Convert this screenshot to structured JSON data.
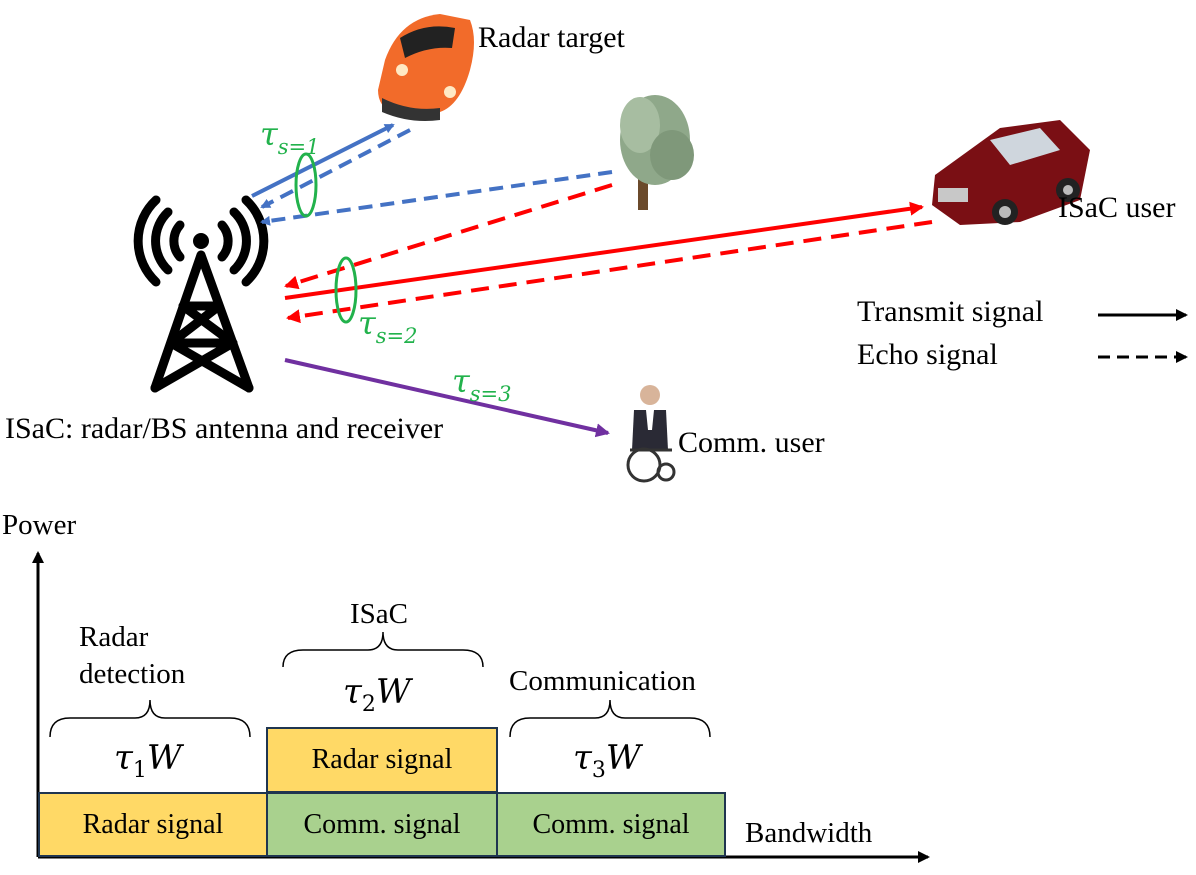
{
  "labels": {
    "radar_target": "Radar target",
    "isac_user": "ISaC user",
    "bs": "ISaC: radar/BS antenna and receiver",
    "comm_user": "Comm. user",
    "legend_transmit": "Transmit signal",
    "legend_echo": "Echo signal"
  },
  "delays": {
    "s1": {
      "symbol": "τ",
      "sub": "s=1"
    },
    "s2": {
      "symbol": "τ",
      "sub": "s=2"
    },
    "s3": {
      "symbol": "τ",
      "sub": "s=3"
    }
  },
  "spectrum": {
    "y_axis": "Power",
    "x_axis": "Bandwidth",
    "groups": [
      {
        "brace_label_line1": "Radar",
        "brace_label_line2": "detection",
        "share_symbol": "τ",
        "share_sub": "1",
        "share_unit": "W"
      },
      {
        "brace_label_line1": "ISaC",
        "share_symbol": "τ",
        "share_sub": "2",
        "share_unit": "W"
      },
      {
        "brace_label_line1": "Communication",
        "share_symbol": "τ",
        "share_sub": "3",
        "share_unit": "W"
      }
    ],
    "blocks": {
      "radar_signal_1": "Radar signal",
      "radar_signal_2": "Radar signal",
      "comm_signal_2": "Comm. signal",
      "comm_signal_3": "Comm. signal"
    }
  },
  "colors": {
    "radar_path": "#4472c4",
    "isac_path": "#ff0000",
    "comm_path": "#7030a0",
    "delay_marker": "#22b24c",
    "radar_block": "#ffd966",
    "comm_block": "#a9d18e",
    "block_border": "#1f3550"
  }
}
